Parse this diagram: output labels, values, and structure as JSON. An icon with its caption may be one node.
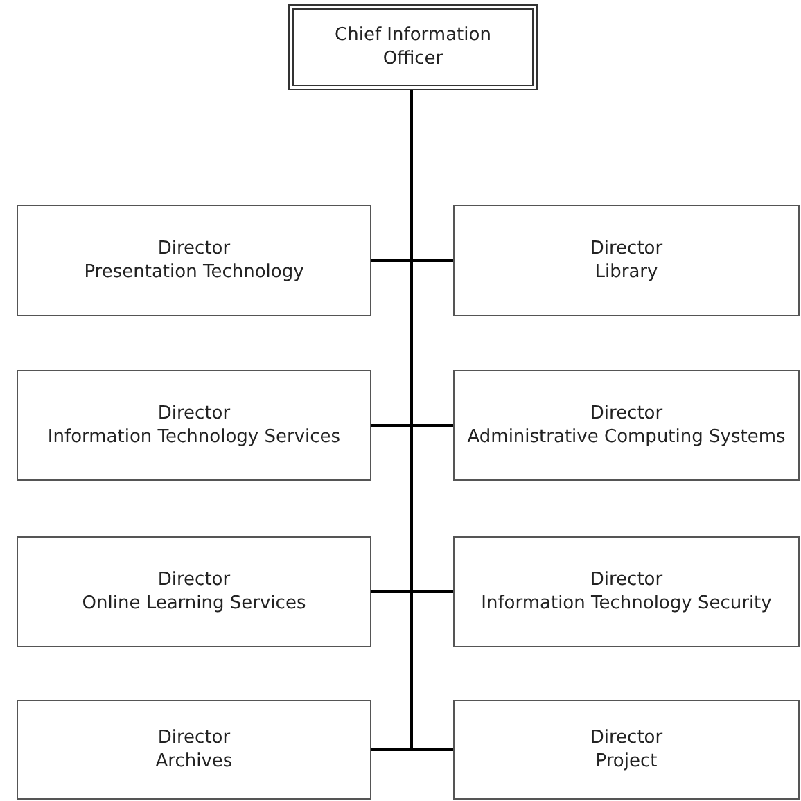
{
  "diagram": {
    "nodes": [
      {
        "text": [
          "Chief Information Officer"
        ]
      },
      {
        "text": [
          "Director",
          "Presentation Technology"
        ]
      },
      {
        "text": [
          "Director",
          "Library"
        ]
      },
      {
        "text": [
          "Director",
          "Information Technology Services"
        ]
      },
      {
        "text": [
          "Director",
          "Administrative Computing Systems"
        ]
      },
      {
        "text": [
          "Director",
          "Online Learning Services"
        ]
      },
      {
        "text": [
          "Director",
          "Information Technology Security"
        ]
      },
      {
        "text": [
          "Director",
          "Archives"
        ]
      },
      {
        "text": [
          "Director",
          "Project"
        ]
      }
    ],
    "edges": [
      {
        "from": 0,
        "to": 1,
        "arrow": "none"
      },
      {
        "from": 0,
        "to": 2,
        "arrow": "none"
      },
      {
        "from": 0,
        "to": 3,
        "arrow": "none"
      },
      {
        "from": 0,
        "to": 4,
        "arrow": "none"
      },
      {
        "from": 0,
        "to": 5,
        "arrow": "none"
      },
      {
        "from": 0,
        "to": 6,
        "arrow": "none"
      },
      {
        "from": 0,
        "to": 7,
        "arrow": "none"
      },
      {
        "from": 0,
        "to": 8,
        "arrow": "none"
      }
    ]
  }
}
